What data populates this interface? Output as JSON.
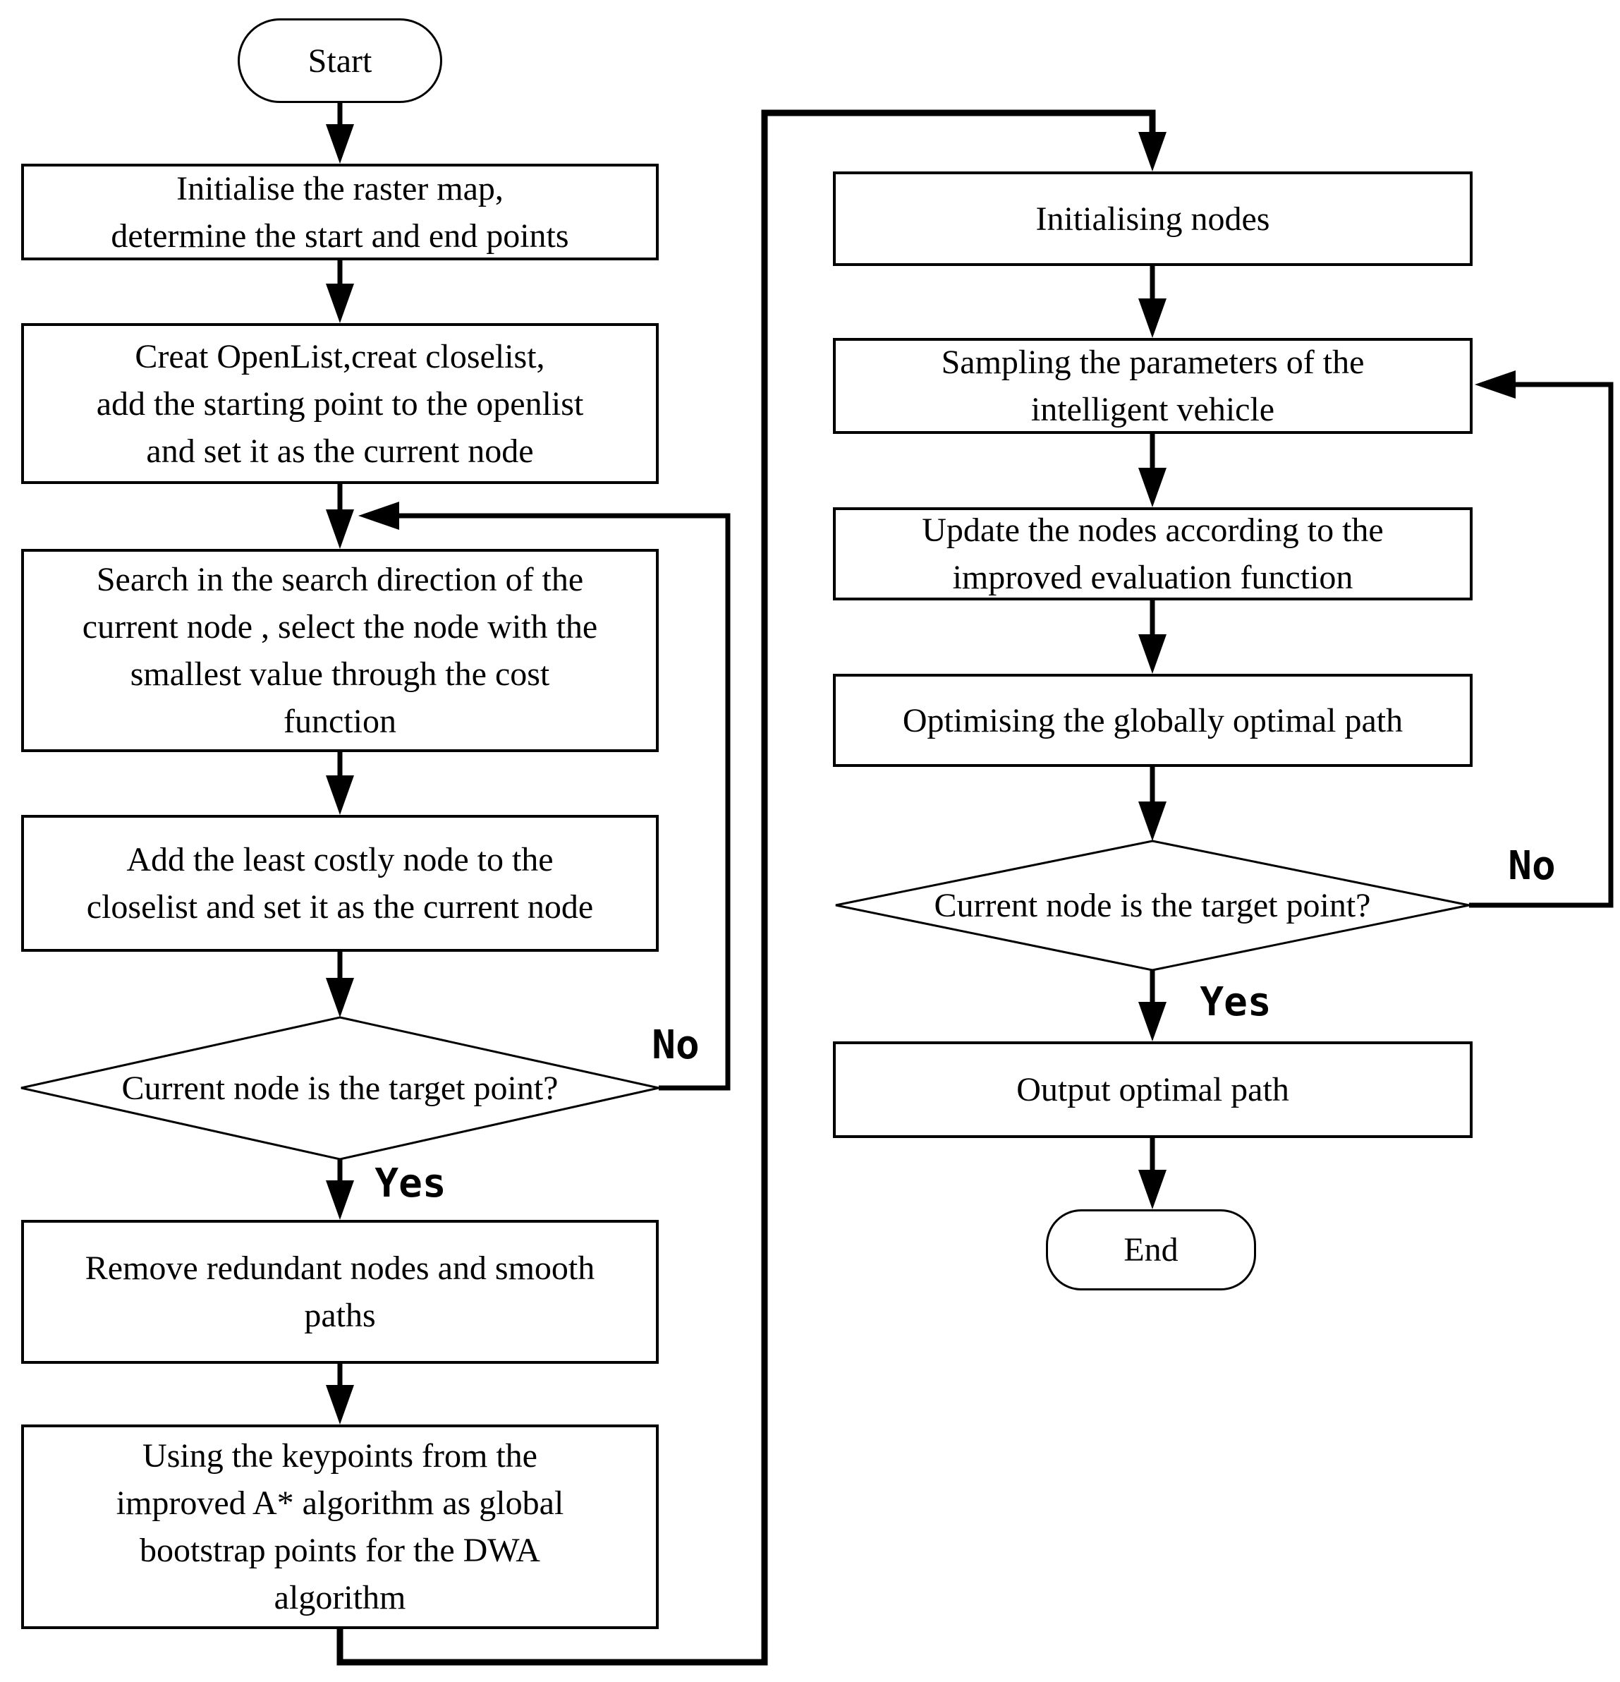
{
  "nodes": {
    "start": "Start",
    "init_map": "Initialise the raster map,\ndetermine the start and end points",
    "create_lists": "Creat OpenList,creat closelist,\nadd the starting point to the openlist\nand set it as the current node",
    "search_direction": "Search in the search direction of the\ncurrent node , select the node with the\nsmallest value through the cost\nfunction",
    "add_least_costly": "Add the least costly node to the\ncloselist and set it as the current node",
    "target_check_astar": "Current node is the target point?",
    "remove_redundant": "Remove redundant nodes and smooth\npaths",
    "use_keypoints": "Using the keypoints from the\nimproved A* algorithm as global\nbootstrap points for the DWA\nalgorithm",
    "init_nodes": "Initialising nodes",
    "sampling": "Sampling the parameters of the\nintelligent vehicle",
    "update_nodes": "Update the nodes according to the\nimproved evaluation function",
    "optimise_path": "Optimising the globally optimal path",
    "target_check_dwa": "Current node is the target point?",
    "output_path": "Output optimal path",
    "end": "End"
  },
  "edge_labels": {
    "yes": "Yes",
    "no": "No"
  },
  "colors": {
    "stroke": "#000000",
    "fill": "#ffffff"
  }
}
